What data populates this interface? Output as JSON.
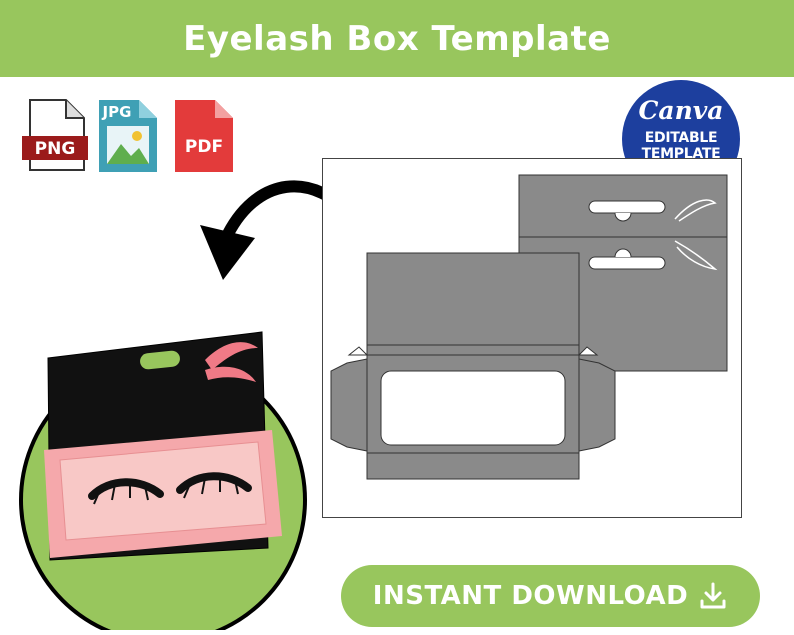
{
  "header": {
    "title": "Eyelash Box Template"
  },
  "formats": [
    {
      "label": "PNG",
      "color": "#9b1b1b",
      "icon": "png-file-icon"
    },
    {
      "label": "JPG",
      "color": "#3fa0b5",
      "icon": "jpg-file-icon"
    },
    {
      "label": "PDF",
      "color": "#e33b3b",
      "icon": "pdf-file-icon"
    }
  ],
  "badge": {
    "logo": "Canva",
    "line1": "EDITABLE",
    "line2": "TEMPLATE"
  },
  "download": {
    "label": "INSTANT DOWNLOAD",
    "icon": "download-icon"
  },
  "colors": {
    "accent_green": "#98c65d",
    "canva_blue": "#1d3f9e",
    "template_gray": "#8a8a8a"
  }
}
